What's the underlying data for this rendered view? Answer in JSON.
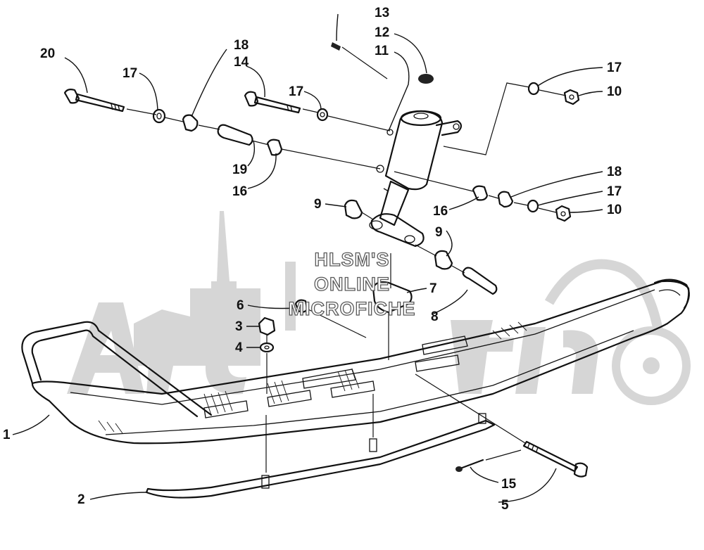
{
  "watermark": {
    "text_lines": [
      "HLSM'S",
      "ONLINE",
      "MICROFICHE"
    ],
    "logo_text": "Arctic Cat",
    "color": "#d0d0d0"
  },
  "callouts": [
    {
      "id": "c20",
      "label": "20"
    },
    {
      "id": "c17a",
      "label": "17"
    },
    {
      "id": "c18a",
      "label": "18"
    },
    {
      "id": "c14",
      "label": "14"
    },
    {
      "id": "c17b",
      "label": "17"
    },
    {
      "id": "c13",
      "label": "13"
    },
    {
      "id": "c12",
      "label": "12"
    },
    {
      "id": "c11",
      "label": "11"
    },
    {
      "id": "c17c",
      "label": "17"
    },
    {
      "id": "c10a",
      "label": "10"
    },
    {
      "id": "c19",
      "label": "19"
    },
    {
      "id": "c16a",
      "label": "16"
    },
    {
      "id": "c18b",
      "label": "18"
    },
    {
      "id": "c17d",
      "label": "17"
    },
    {
      "id": "c10b",
      "label": "10"
    },
    {
      "id": "c9a",
      "label": "9"
    },
    {
      "id": "c16b",
      "label": "16"
    },
    {
      "id": "c9b",
      "label": "9"
    },
    {
      "id": "c7",
      "label": "7"
    },
    {
      "id": "c8",
      "label": "8"
    },
    {
      "id": "c6",
      "label": "6"
    },
    {
      "id": "c3",
      "label": "3"
    },
    {
      "id": "c4",
      "label": "4"
    },
    {
      "id": "c1",
      "label": "1"
    },
    {
      "id": "c2",
      "label": "2"
    },
    {
      "id": "c15",
      "label": "15"
    },
    {
      "id": "c5",
      "label": "5"
    }
  ]
}
